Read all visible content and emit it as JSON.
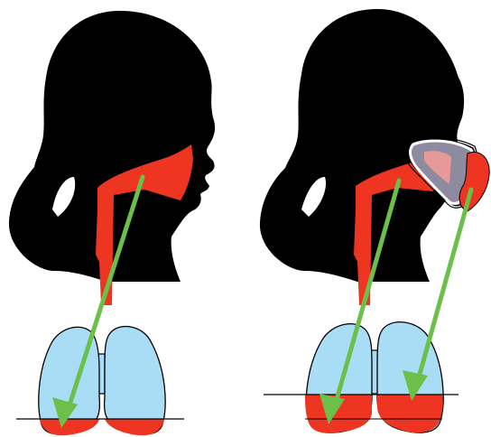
{
  "colors": {
    "background": "#ffffff",
    "silhouette": "#000000",
    "airway": "#ee3522",
    "lung_fill": "#a9dcf5",
    "arrow": "#6cc04a",
    "mask_fill": "#8e8aa0",
    "mask_highlight": "#e59a98",
    "outline": "#000000"
  },
  "panels": [
    {
      "id": "left",
      "description_icons": [
        "head-silhouette-icon",
        "airway-icon",
        "lungs-icon",
        "arrow-icon"
      ],
      "deposition_level": "low",
      "arrows": 1
    },
    {
      "id": "right",
      "description_icons": [
        "head-silhouette-icon",
        "airway-icon",
        "face-mask-icon",
        "lungs-icon",
        "arrow-icon"
      ],
      "deposition_level": "high",
      "arrows": 2
    }
  ]
}
